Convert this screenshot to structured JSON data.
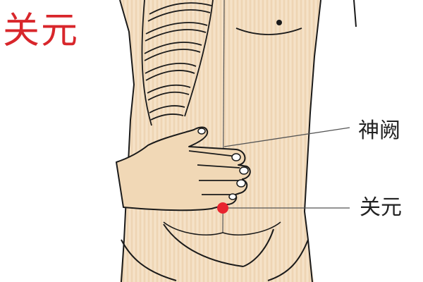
{
  "title": "关元",
  "colors": {
    "title": "#d8262b",
    "point": "#e8242f",
    "skin": "#f3ddc0",
    "skin_shade": "#ead0ad",
    "outline": "#1a1a1a",
    "leader_line": "#555555",
    "label_text": "#222222"
  },
  "acupoints": [
    {
      "label": "神阙",
      "point_marked": false
    },
    {
      "label": "关元",
      "point_marked": true
    }
  ]
}
